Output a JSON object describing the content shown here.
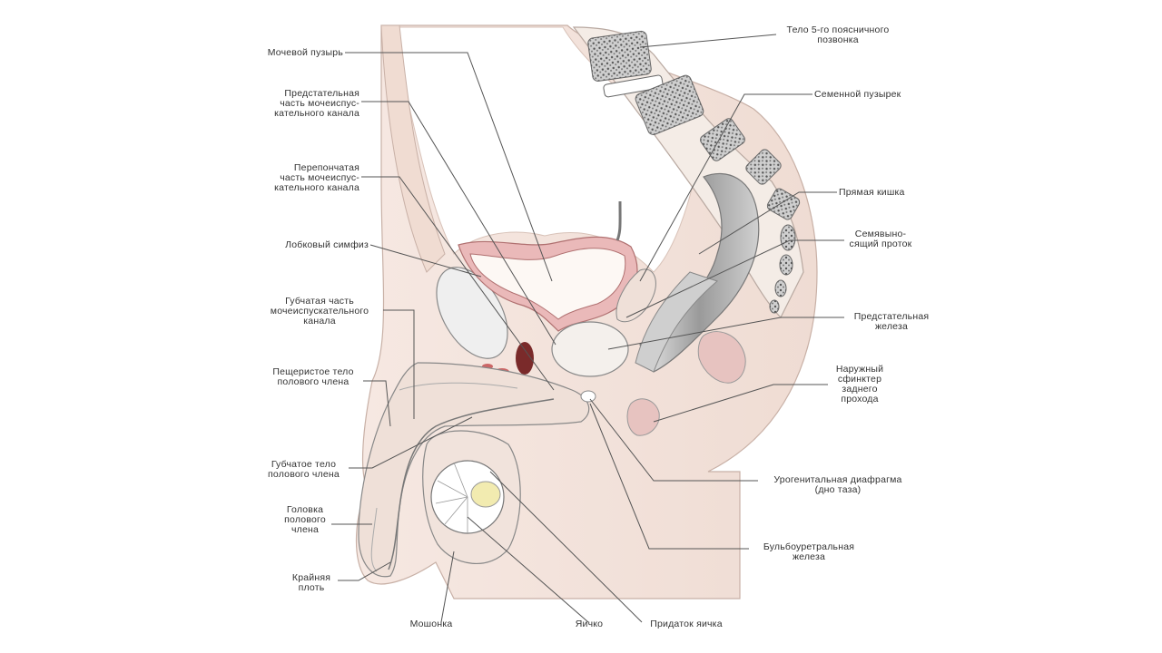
{
  "labels": {
    "bladder": "Мочевой пузырь",
    "prostatic_urethra": "Предстательная\nчасть мочеиспус-\nкательного канала",
    "membranous_urethra": "Перепончатая\nчасть мочеиспус-\nкательного канала",
    "pubic_symphysis": "Лобковый симфиз",
    "spongy_urethra": "Губчатая часть\nмочеиспускательного\nканала",
    "corpus_cavernosum": "Пещеристое тело\nполового члена",
    "corpus_spongiosum": "Губчатое тело\nполового члена",
    "glans": "Головка\nполового\nчлена",
    "foreskin": "Крайняя\nплоть",
    "scrotum": "Мошонка",
    "testis": "Яичко",
    "epididymis": "Придаток яичка",
    "l5_vertebra": "Тело 5-го поясничного\nпозвонка",
    "seminal_vesicle": "Семенной пузырек",
    "rectum": "Прямая кишка",
    "ejaculatory_duct": "Семявыно-\nсящий проток",
    "prostate": "Предстательная\nжелеза",
    "external_anal_sphincter": "Наружный\nсфинктер\nзаднего\nпрохода",
    "urogenital_diaphragm": "Урогенитальная диафрагма\n(дно таза)",
    "bulbourethral_gland": "Бульбоуретральная\nжелеза"
  },
  "colors": {
    "skin": "#f3e3dc",
    "skin_dark": "#e8cfc4",
    "bladder_wall": "#e8b4b4",
    "bone": "#f7f2ee",
    "lines": "#555555"
  }
}
